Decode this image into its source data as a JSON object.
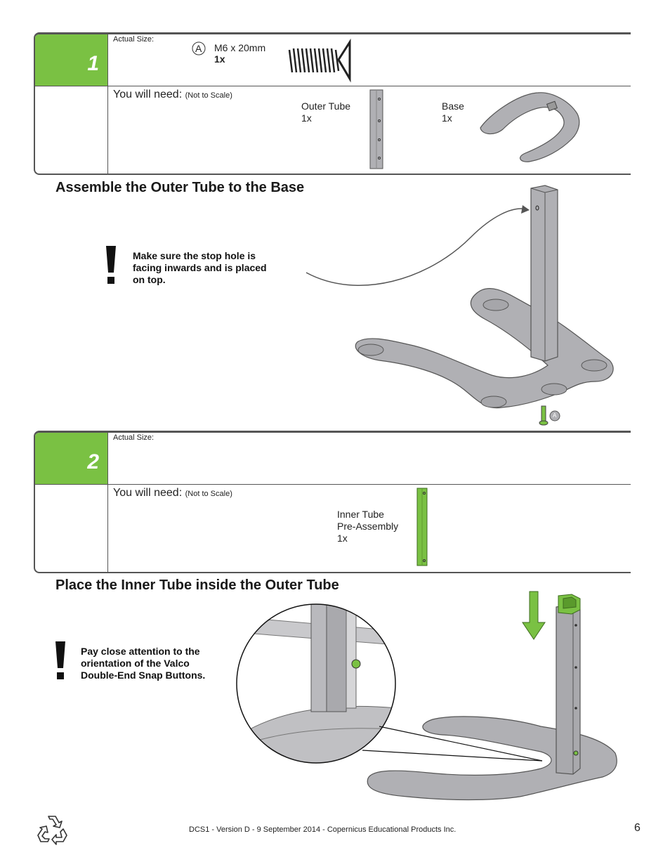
{
  "step1": {
    "number": "1",
    "actual_size_label": "Actual Size:",
    "part": {
      "letter": "A",
      "name": "M6 x 20mm",
      "qty": "1x"
    },
    "you_will_need": "You will need:",
    "not_to_scale": "(Not to Scale)",
    "items": [
      {
        "name": "Outer Tube",
        "qty": "1x"
      },
      {
        "name": "Base",
        "qty": "1x"
      }
    ],
    "heading": "Assemble the Outer Tube to the Base",
    "warning": [
      "Make sure the stop hole is",
      "facing inwards and is placed",
      "on top."
    ],
    "callout_letter": "A"
  },
  "step2": {
    "number": "2",
    "actual_size_label": "Actual Size:",
    "you_will_need": "You will need:",
    "not_to_scale": "(Not to Scale)",
    "items": [
      {
        "name_lines": [
          "Inner Tube",
          "Pre-Assembly"
        ],
        "qty": "1x"
      }
    ],
    "heading": "Place the Inner Tube inside the Outer Tube",
    "warning": [
      "Pay close attention to the",
      "orientation of the Valco",
      "Double-End Snap Buttons."
    ]
  },
  "footer": {
    "text": "DCS1 - Version D - 9 September 2014 - Copernicus Educational Products Inc.",
    "page": "6",
    "icon": "recycle-icon"
  },
  "colors": {
    "accent_green": "#7ac143",
    "part_grey": "#b0b0b4",
    "outline": "#555555"
  }
}
